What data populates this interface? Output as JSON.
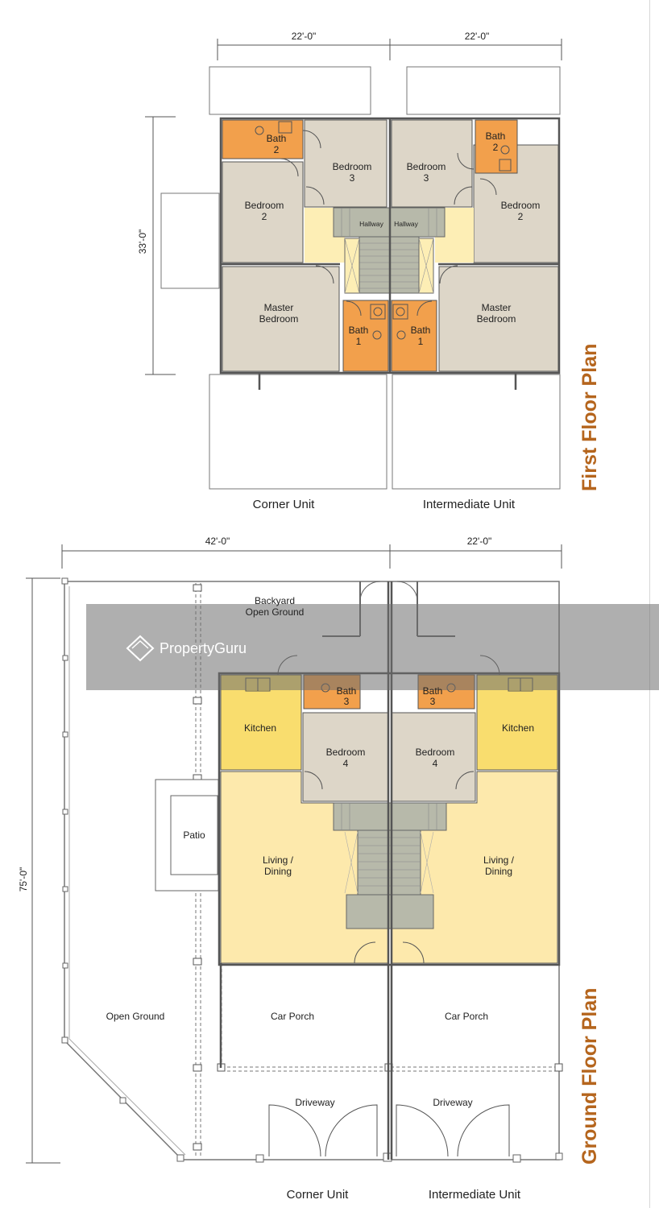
{
  "dimensions": {
    "first_left": "22'-0\"",
    "first_right": "22'-0\"",
    "first_depth": "33'-0\"",
    "ground_left": "42'-0\"",
    "ground_right": "22'-0\"",
    "ground_depth": "75'-0\""
  },
  "plan_titles": {
    "first": "First Floor Plan",
    "ground": "Ground Floor Plan"
  },
  "units": {
    "first_corner": "Corner Unit",
    "first_intermediate": "Intermediate Unit",
    "ground_corner": "Corner Unit",
    "ground_intermediate": "Intermediate Unit"
  },
  "first_floor": {
    "bath2_left": [
      "Bath",
      "2"
    ],
    "bath2_right": [
      "Bath",
      "2"
    ],
    "bedroom3_left": [
      "Bedroom",
      "3"
    ],
    "bedroom3_right": [
      "Bedroom",
      "3"
    ],
    "bedroom2_left": [
      "Bedroom",
      "2"
    ],
    "bedroom2_right": [
      "Bedroom",
      "2"
    ],
    "hallway_left": "Hallway",
    "hallway_right": "Hallway",
    "master_left": [
      "Master",
      "Bedroom"
    ],
    "master_right": [
      "Master",
      "Bedroom"
    ],
    "bath1_left": [
      "Bath",
      "1"
    ],
    "bath1_right": [
      "Bath",
      "1"
    ]
  },
  "ground_floor": {
    "backyard": [
      "Backyard",
      "Open Ground"
    ],
    "kitchen_left": "Kitchen",
    "kitchen_right": "Kitchen",
    "bath3_left": [
      "Bath",
      "3"
    ],
    "bath3_right": [
      "Bath",
      "3"
    ],
    "bedroom4_left": [
      "Bedroom",
      "4"
    ],
    "bedroom4_right": [
      "Bedroom",
      "4"
    ],
    "patio": "Patio",
    "living_left": [
      "Living /",
      "Dining"
    ],
    "living_right": [
      "Living /",
      "Dining"
    ],
    "open_ground": "Open Ground",
    "car_porch_left": "Car Porch",
    "car_porch_right": "Car Porch",
    "driveway_left": "Driveway",
    "driveway_right": "Driveway"
  },
  "watermark": "PropertyGuru",
  "colors": {
    "bedroom": "#ddd6c8",
    "bath": "#f2a04c",
    "kitchen": "#f9dd6e",
    "living": "#fde9ac",
    "hallway": "#fdeeb5",
    "stair": "#b7b9aa",
    "title": "#b5651d"
  }
}
